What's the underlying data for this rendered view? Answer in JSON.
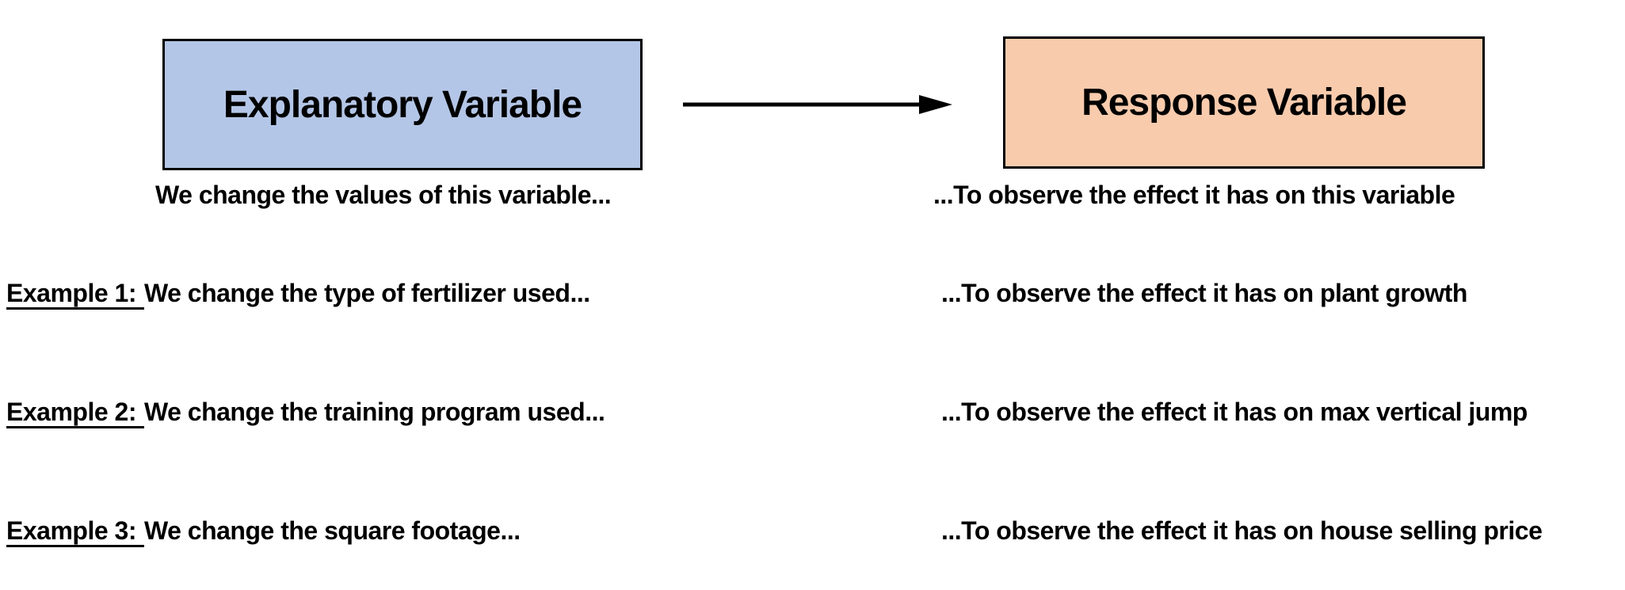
{
  "diagram": {
    "explanatory_box_label": "Explanatory Variable",
    "response_box_label": "Response Variable",
    "explanatory_caption": "We change the values of this variable...",
    "response_caption": "...To observe the effect it has on this variable"
  },
  "examples": [
    {
      "label": "Example 1:",
      "cause": "We change the type of fertilizer used...",
      "effect": "...To observe the effect it has on plant growth"
    },
    {
      "label": "Example 2:",
      "cause": "We change the training program used...",
      "effect": "...To observe the effect it has on max vertical jump"
    },
    {
      "label": "Example 3:",
      "cause": "We change the square footage...",
      "effect": "...To observe the effect it has on house selling price"
    }
  ],
  "icons": {
    "arrow_right": "arrow-right-icon"
  },
  "colors": {
    "explanatory_fill": "#B4C6E7",
    "response_fill": "#F8CBAD",
    "box_border": "#000000",
    "text": "#000000",
    "background": "#FFFFFF"
  }
}
